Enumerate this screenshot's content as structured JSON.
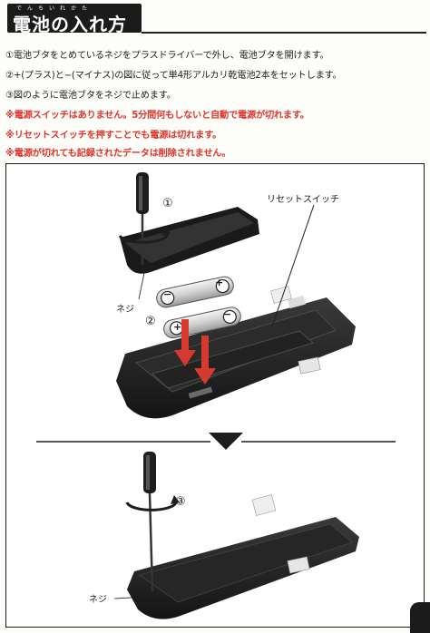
{
  "title": {
    "ruby": "でんちいれかた",
    "text": "電池の入れ方"
  },
  "instructions": [
    {
      "text": "①電池ブタをとめているネジをプラスドライバーで外し、電池ブタを開けます。",
      "color": "black"
    },
    {
      "text": "②+(プラス)と−(マイナス)の図に従って単4形アルカリ乾電池2本をセットします。",
      "color": "black"
    },
    {
      "text": "③図のように電池ブタをネジで止めます。",
      "color": "black"
    },
    {
      "text": "※電源スイッチはありません。5分間何もしないと自動で電源が切れます。",
      "color": "red"
    },
    {
      "text": "※リセットスイッチを押すことでも電源は切れます。",
      "color": "red"
    },
    {
      "text": "※電源が切れても記録されたデータは削除されません。",
      "color": "red"
    }
  ],
  "diagram": {
    "step1": "①",
    "step2": "②",
    "step3": "③",
    "reset_switch_label": "リセットスイッチ",
    "screw_label_top": "ネジ",
    "screw_label_bottom": "ネジ",
    "plus_symbol": "+",
    "minus_symbol": "−"
  },
  "colors": {
    "accent_red": "#e0342a",
    "arrow_red": "#d63a2f",
    "title_bg": "#1b1b1b"
  }
}
